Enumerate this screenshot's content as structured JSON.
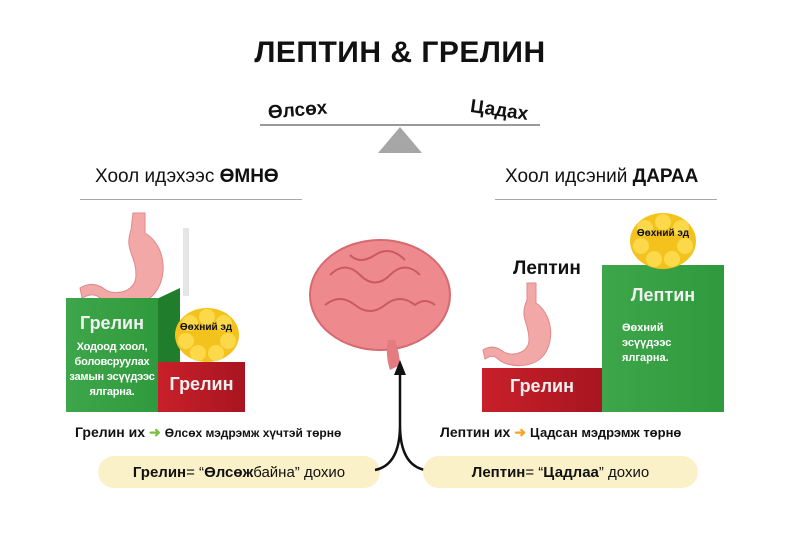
{
  "title": "ЛЕПТИН & ГРЕЛИН",
  "scale": {
    "left": "Өлсөх",
    "right": "Цадах"
  },
  "before": {
    "heading_prefix": "Хоол идэхээс ",
    "heading_bold": "ӨМНӨ",
    "green_box": {
      "title": "Грелин",
      "text": "Ходоод хоол, боловсруулах замын эсүүдээс ялгарна."
    },
    "red_box": {
      "title": "Грелин"
    },
    "fat_label": "Өөхний эд",
    "effect_prefix": "Грелин их",
    "effect_result": "Өлсөх мэдрэмж хүчтэй төрнө",
    "signal": {
      "name": "Грелин",
      "eq": " = “",
      "word": "Өлсөж",
      "rest": " байна” дохио"
    }
  },
  "after": {
    "heading_prefix": "Хоол идсэний ",
    "heading_bold": "ДАРАА",
    "stomach_label": "Лептин",
    "red_box": {
      "title": "Грелин"
    },
    "green_box": {
      "title": "Лептин",
      "text": "Өөхний эсүүдээс ялгарна."
    },
    "fat_label": "Өөхний эд",
    "effect_prefix": "Лептин их",
    "effect_result": "Цадсан мэдрэмж төрнө",
    "signal": {
      "name": "Лептин",
      "eq": " = “",
      "word": "Цадлаа",
      "rest": "” дохио"
    }
  },
  "colors": {
    "green": "#3ea64a",
    "red": "#c8202a",
    "pill": "#fbf1c8",
    "arrow_green": "#7ac142",
    "arrow_orange": "#f5a623"
  }
}
